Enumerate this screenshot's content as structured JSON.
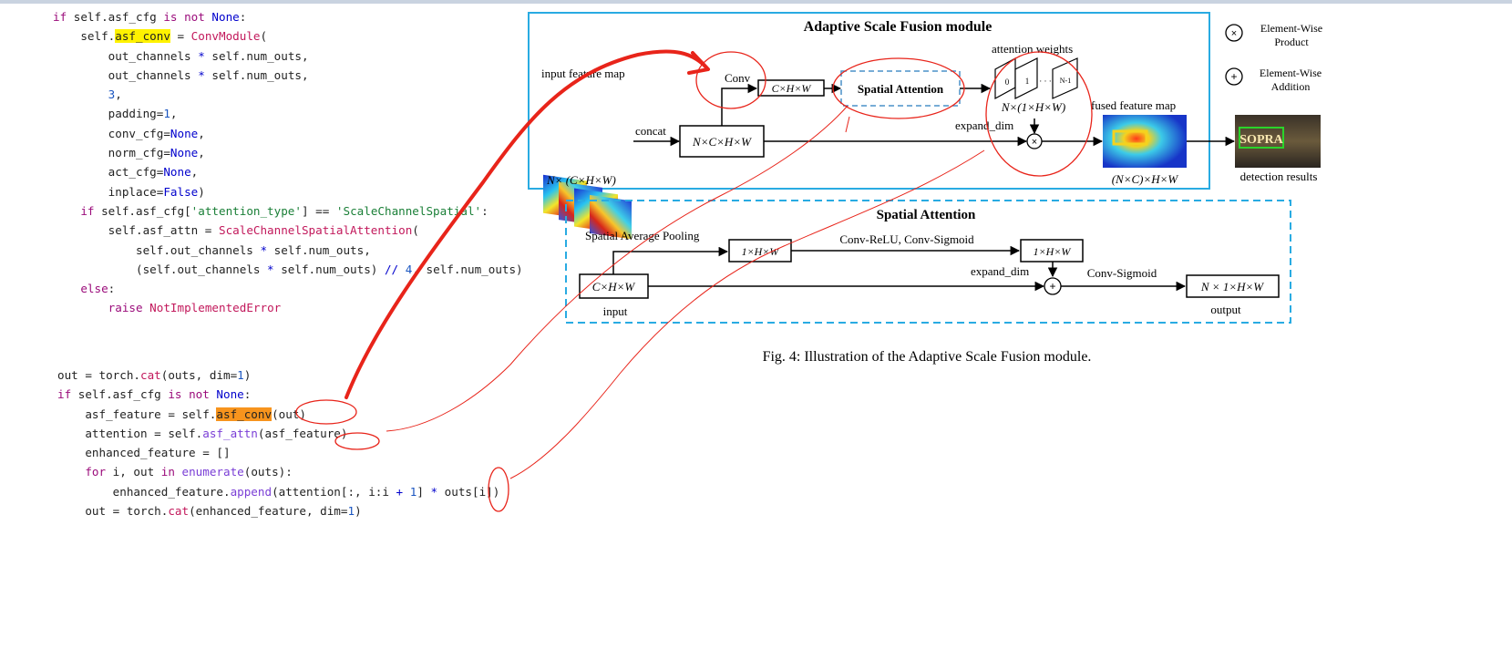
{
  "code_top": [
    [
      [
        "kw2",
        "if"
      ],
      [
        "t",
        " self.asf_cfg "
      ],
      [
        "kw2",
        "is not"
      ],
      [
        "t",
        " "
      ],
      [
        "kw",
        "None"
      ],
      [
        "t",
        ":"
      ]
    ],
    [
      [
        "t",
        "    self."
      ],
      [
        "hly",
        "asf_conv"
      ],
      [
        "t",
        " = "
      ],
      [
        "fn",
        "ConvModule"
      ],
      [
        "t",
        "("
      ]
    ],
    [
      [
        "t",
        "        out_channels "
      ],
      [
        "kw",
        "*"
      ],
      [
        "t",
        " self.num_outs,"
      ]
    ],
    [
      [
        "t",
        "        out_channels "
      ],
      [
        "kw",
        "*"
      ],
      [
        "t",
        " self.num_outs,"
      ]
    ],
    [
      [
        "num",
        "        3"
      ],
      [
        "t",
        ","
      ]
    ],
    [
      [
        "t",
        "        padding="
      ],
      [
        "num",
        "1"
      ],
      [
        "t",
        ","
      ]
    ],
    [
      [
        "t",
        "        conv_cfg="
      ],
      [
        "kw",
        "None"
      ],
      [
        "t",
        ","
      ]
    ],
    [
      [
        "t",
        "        norm_cfg="
      ],
      [
        "kw",
        "None"
      ],
      [
        "t",
        ","
      ]
    ],
    [
      [
        "t",
        "        act_cfg="
      ],
      [
        "kw",
        "None"
      ],
      [
        "t",
        ","
      ]
    ],
    [
      [
        "t",
        "        inplace="
      ],
      [
        "kw",
        "False"
      ],
      [
        "t",
        ")"
      ]
    ],
    [
      [
        "kw2",
        "    if"
      ],
      [
        "t",
        " self.asf_cfg["
      ],
      [
        "str",
        "'attention_type'"
      ],
      [
        "t",
        "] == "
      ],
      [
        "str",
        "'ScaleChannelSpatial'"
      ],
      [
        "t",
        ":"
      ]
    ],
    [
      [
        "t",
        "        self.asf_attn = "
      ],
      [
        "fn",
        "ScaleChannelSpatialAttention"
      ],
      [
        "t",
        "("
      ]
    ],
    [
      [
        "t",
        "            self.out_channels "
      ],
      [
        "kw",
        "*"
      ],
      [
        "t",
        " self.num_outs,"
      ]
    ],
    [
      [
        "t",
        "            (self.out_channels "
      ],
      [
        "kw",
        "*"
      ],
      [
        "t",
        " self.num_outs) "
      ],
      [
        "kw",
        "//"
      ],
      [
        "t",
        " "
      ],
      [
        "num",
        "4"
      ],
      [
        "t",
        ", self.num_outs)"
      ]
    ],
    [
      [
        "kw2",
        "    else"
      ],
      [
        "t",
        ":"
      ]
    ],
    [
      [
        "kw2",
        "        raise"
      ],
      [
        "t",
        " "
      ],
      [
        "fn",
        "NotImplementedError"
      ]
    ]
  ],
  "code_bottom": [
    [
      [
        "t",
        "out = torch."
      ],
      [
        "fn",
        "cat"
      ],
      [
        "t",
        "(outs, dim="
      ],
      [
        "num",
        "1"
      ],
      [
        "t",
        ")"
      ]
    ],
    [
      [
        "kw2",
        "if"
      ],
      [
        "t",
        " self.asf_cfg "
      ],
      [
        "kw2",
        "is not"
      ],
      [
        "t",
        " "
      ],
      [
        "kw",
        "None"
      ],
      [
        "t",
        ":"
      ]
    ],
    [
      [
        "t",
        "    asf_feature = self."
      ],
      [
        "hlo",
        "asf_conv"
      ],
      [
        "t",
        "(out)"
      ]
    ],
    [
      [
        "t",
        "    attention = self."
      ],
      [
        "fn2",
        "asf_attn"
      ],
      [
        "t",
        "(asf_feature)"
      ]
    ],
    [
      [
        "t",
        "    enhanced_feature = []"
      ]
    ],
    [
      [
        "kw2",
        "    for"
      ],
      [
        "t",
        " i, out "
      ],
      [
        "kw2",
        "in"
      ],
      [
        "t",
        " "
      ],
      [
        "fn2",
        "enumerate"
      ],
      [
        "t",
        "(outs):"
      ]
    ],
    [
      [
        "t",
        "        enhanced_feature."
      ],
      [
        "fn2",
        "append"
      ],
      [
        "t",
        "(attention[:, i:i "
      ],
      [
        "kw",
        "+"
      ],
      [
        "t",
        " "
      ],
      [
        "num",
        "1"
      ],
      [
        "t",
        "] "
      ],
      [
        "kw",
        "*"
      ],
      [
        "t",
        " outs[i])"
      ]
    ],
    [
      [
        "t",
        "    out = torch."
      ],
      [
        "fn",
        "cat"
      ],
      [
        "t",
        "(enhanced_feature, dim="
      ],
      [
        "num",
        "1"
      ],
      [
        "t",
        ")"
      ]
    ]
  ],
  "asf": {
    "title": "Adaptive Scale Fusion module",
    "input_label": "input feature map",
    "n_label": "N× (C×H×W)",
    "concat": "concat",
    "conv": "Conv",
    "nchw": "N×C×H×W",
    "chw": "C×H×W",
    "spatial_attention": "Spatial Attention",
    "attention_weights": "attention weights",
    "w0": "0",
    "w1": "1",
    "wdots": "· · ·",
    "wn1": "N-1",
    "n1hw": "N×(1×H×W)",
    "expand_dim": "expand_dim",
    "fused": "fused feature map",
    "fused_dims": "(N×C)×H×W",
    "detection": "detection results",
    "sign_text": "SOPRA"
  },
  "legend": {
    "times_symbol": "×",
    "product_1": "Element-Wise",
    "product_2": "Product",
    "plus_symbol": "+",
    "addition_1": "Element-Wise",
    "addition_2": "Addition"
  },
  "sa": {
    "title": "Spatial Attention",
    "pooling": "Spatial Average Pooling",
    "box1": "1×H×W",
    "relu": "Conv-ReLU, Conv-Sigmoid",
    "box2": "1×H×W",
    "expand_dim": "expand_dim",
    "conv_sigmoid": "Conv-Sigmoid",
    "input_box": "C×H×W",
    "input": "input",
    "output_box": "N × 1×H×W",
    "output": "output"
  },
  "caption": "Fig. 4: Illustration of the Adaptive Scale Fusion module.",
  "colors": {
    "annotation_red": "#e8241a",
    "module_border": "#29abe2",
    "dashed_box": "#4a90c8"
  }
}
